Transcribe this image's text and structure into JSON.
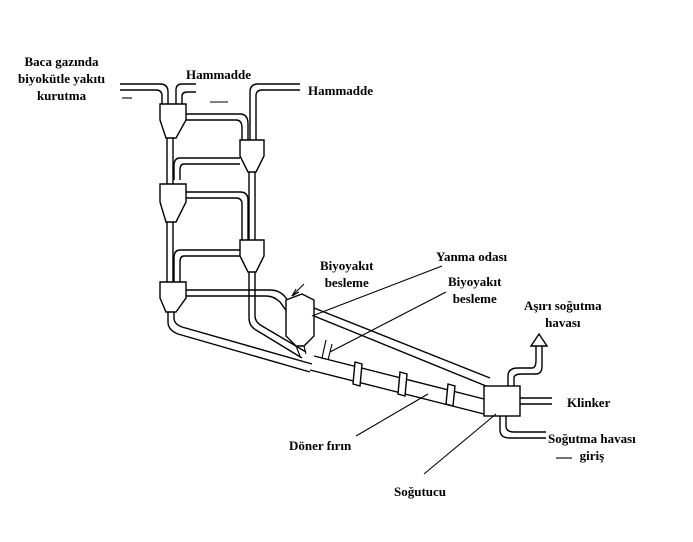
{
  "labels": {
    "flue_gas_drying": [
      "Baca gazında",
      "biyokütle yakıtı",
      "kurutma"
    ],
    "raw_material_1": "Hammadde",
    "raw_material_2": "Hammadde",
    "combustion_chamber": "Yanma odası",
    "biofuel_feed_1": [
      "Biyoyakıt",
      "besleme"
    ],
    "biofuel_feed_2": [
      "Biyoyakıt",
      "besleme"
    ],
    "excess_cooling_air": [
      "Aşırı soğutma",
      "havası"
    ],
    "clinker": "Klinker",
    "cooling_air_inlet": [
      "Soğutma havası",
      "giriş"
    ],
    "rotary_kiln": "Döner fırın",
    "cooler": "Soğutucu"
  }
}
